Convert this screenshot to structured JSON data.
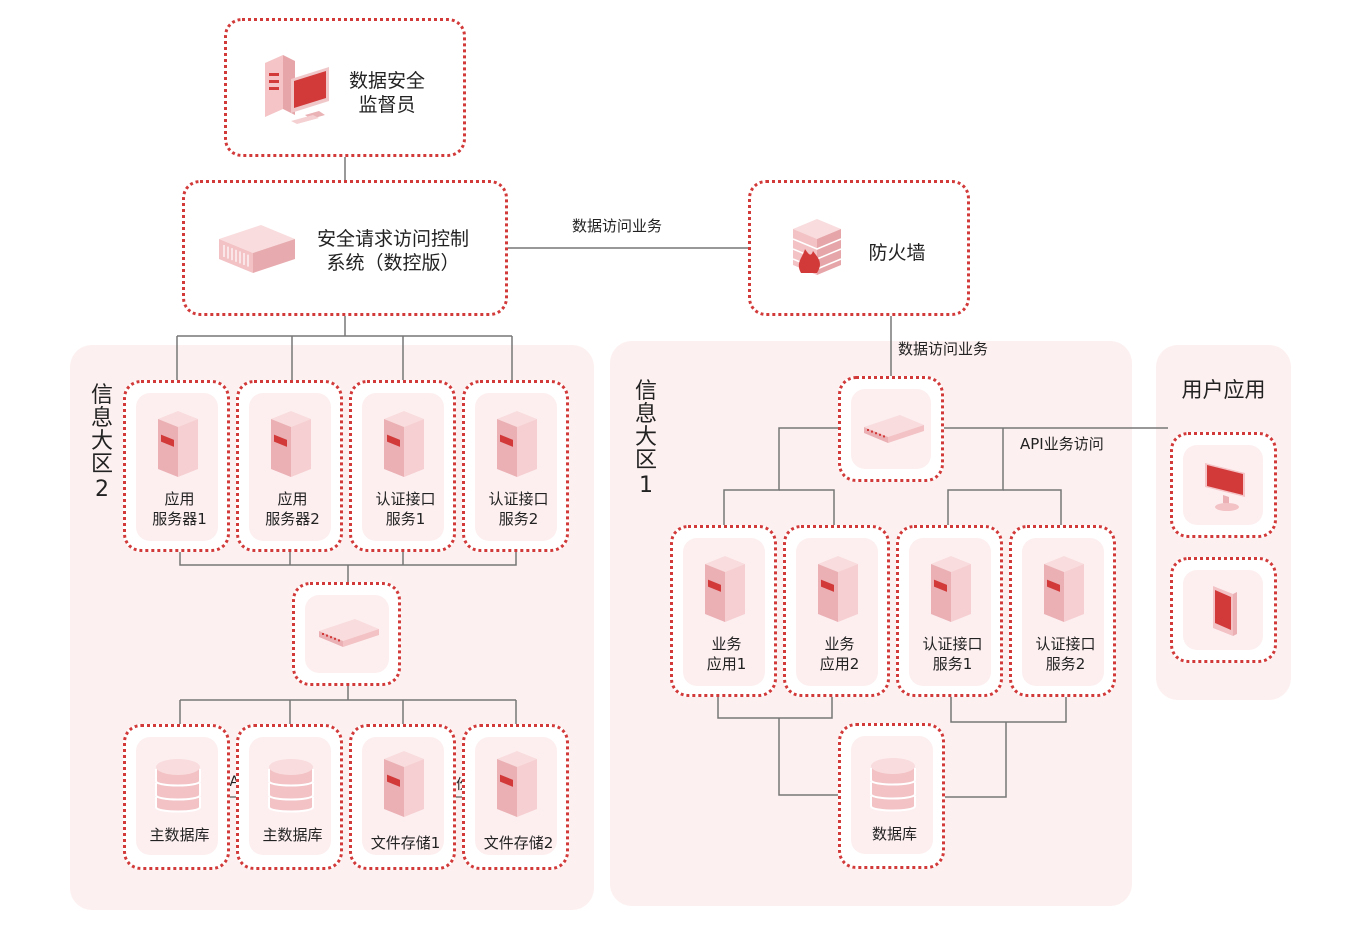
{
  "supervisor": {
    "line1": "数据安全",
    "line2": "监督员"
  },
  "control_system": {
    "line1": "安全请求访问控制",
    "line2": "系统（数控版）"
  },
  "firewall": {
    "label": "防火墙"
  },
  "edges": {
    "fw_to_control": "数据访问业务",
    "switch_to_fw": "数据访问业务",
    "api_access": "API业务访问",
    "ha": "HA",
    "backup": "备份"
  },
  "zone2": {
    "title_chars": [
      "信",
      "息",
      "大",
      "区",
      "2"
    ],
    "servers": [
      {
        "line1": "应用",
        "line2": "服务器1"
      },
      {
        "line1": "应用",
        "line2": "服务器2"
      },
      {
        "line1": "认证接口",
        "line2": "服务1"
      },
      {
        "line1": "认证接口",
        "line2": "服务2"
      }
    ],
    "storage": [
      "主数据库",
      "主数据库",
      "文件存储1",
      "文件存储2"
    ]
  },
  "zone1": {
    "title_chars": [
      "信",
      "息",
      "大",
      "区",
      "1"
    ],
    "servers": [
      {
        "line1": "业务",
        "line2": "应用1"
      },
      {
        "line1": "业务",
        "line2": "应用2"
      },
      {
        "line1": "认证接口",
        "line2": "服务1"
      },
      {
        "line1": "认证接口",
        "line2": "服务2"
      }
    ],
    "database": "数据库"
  },
  "user_apps": {
    "title": "用户应用"
  },
  "icons": [
    "desktop-computer-icon",
    "rack-server-icon",
    "firewall-icon",
    "tower-server-icon",
    "network-switch-icon",
    "database-icon",
    "monitor-icon",
    "smartphone-icon"
  ],
  "colors": {
    "accent": "#d23a3a",
    "zone_bg": "#fdf0f0",
    "card_bg": "#fdeff0",
    "line": "#555555"
  }
}
